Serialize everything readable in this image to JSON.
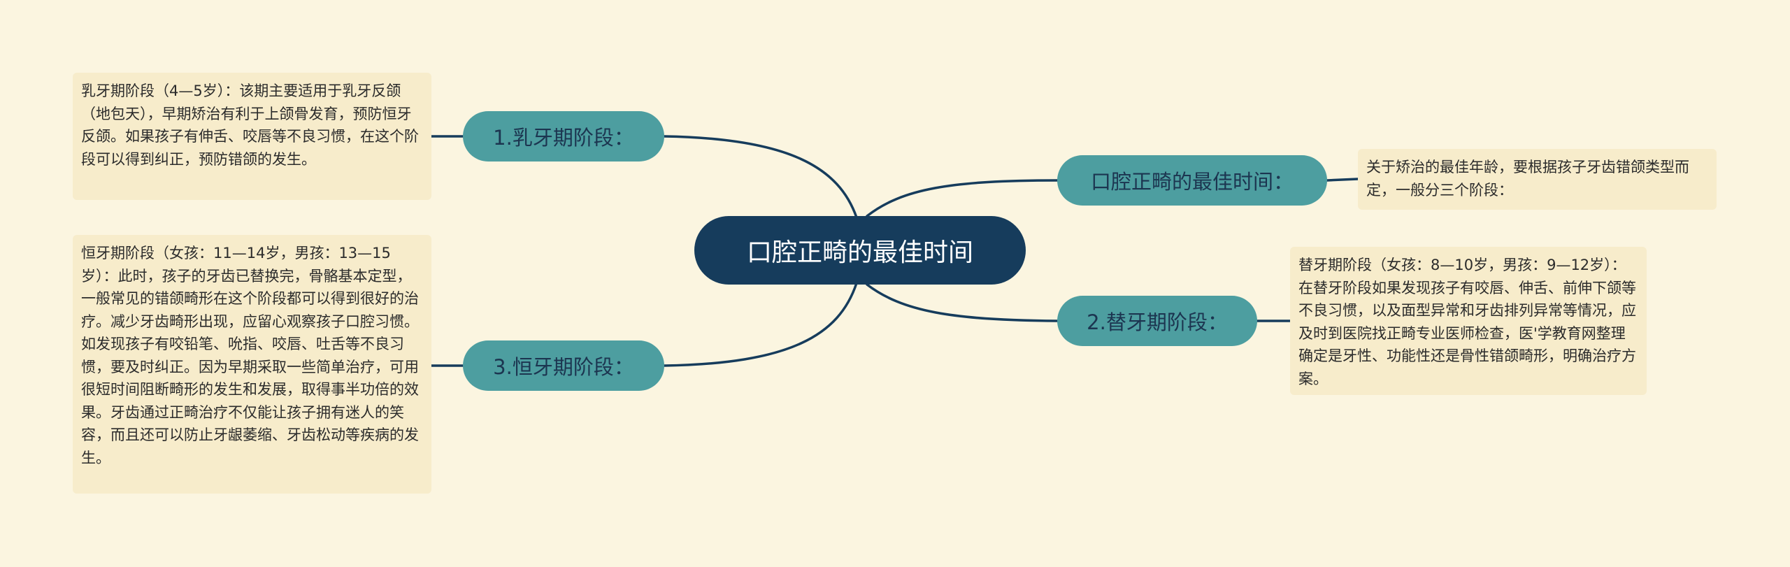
{
  "colors": {
    "background": "#fbf5e0",
    "center_fill": "#163c5c",
    "center_text": "#ffffff",
    "branch_fill": "#4d9ea0",
    "branch_text": "#1c3550",
    "note_fill": "#f7eccb",
    "note_text": "#2b2b2b",
    "edge_stroke": "#163c5c"
  },
  "center": {
    "label": "口腔正畸的最佳时间"
  },
  "branches": [
    {
      "label": "1.乳牙期阶段：",
      "note": "乳牙期阶段（4—5岁）：该期主要适用于乳牙反颌（地包天），早期矫治有利于上颌骨发育，预防恒牙反颌。如果孩子有伸舌、咬唇等不良习惯，在这个阶段可以得到纠正，预防错颌的发生。"
    },
    {
      "label": "口腔正畸的最佳时间：",
      "note": "关于矫治的最佳年龄，要根据孩子牙齿错颌类型而定，一般分三个阶段："
    },
    {
      "label": "2.替牙期阶段：",
      "note": "替牙期阶段（女孩：8—10岁，男孩：9—12岁）：在替牙阶段如果发现孩子有咬唇、伸舌、前伸下颌等不良习惯，以及面型异常和牙齿排列异常等情况，应及时到医院找正畸专业医师检查，医'学教育网整理确定是牙性、功能性还是骨性错颌畸形，明确治疗方案。"
    },
    {
      "label": "3.恒牙期阶段：",
      "note": "恒牙期阶段（女孩：11—14岁，男孩：13—15岁）：此时，孩子的牙齿已替换完，骨骼基本定型，一般常见的错颌畸形在这个阶段都可以得到很好的治疗。减少牙齿畸形出现，应留心观察孩子口腔习惯。如发现孩子有咬铅笔、吮指、咬唇、吐舌等不良习惯，要及时纠正。因为早期采取一些简单治疗，可用很短时间阻断畸形的发生和发展，取得事半功倍的效果。牙齿通过正畸治疗不仅能让孩子拥有迷人的笑容，而且还可以防止牙龈萎缩、牙齿松动等疾病的发生。"
    }
  ]
}
